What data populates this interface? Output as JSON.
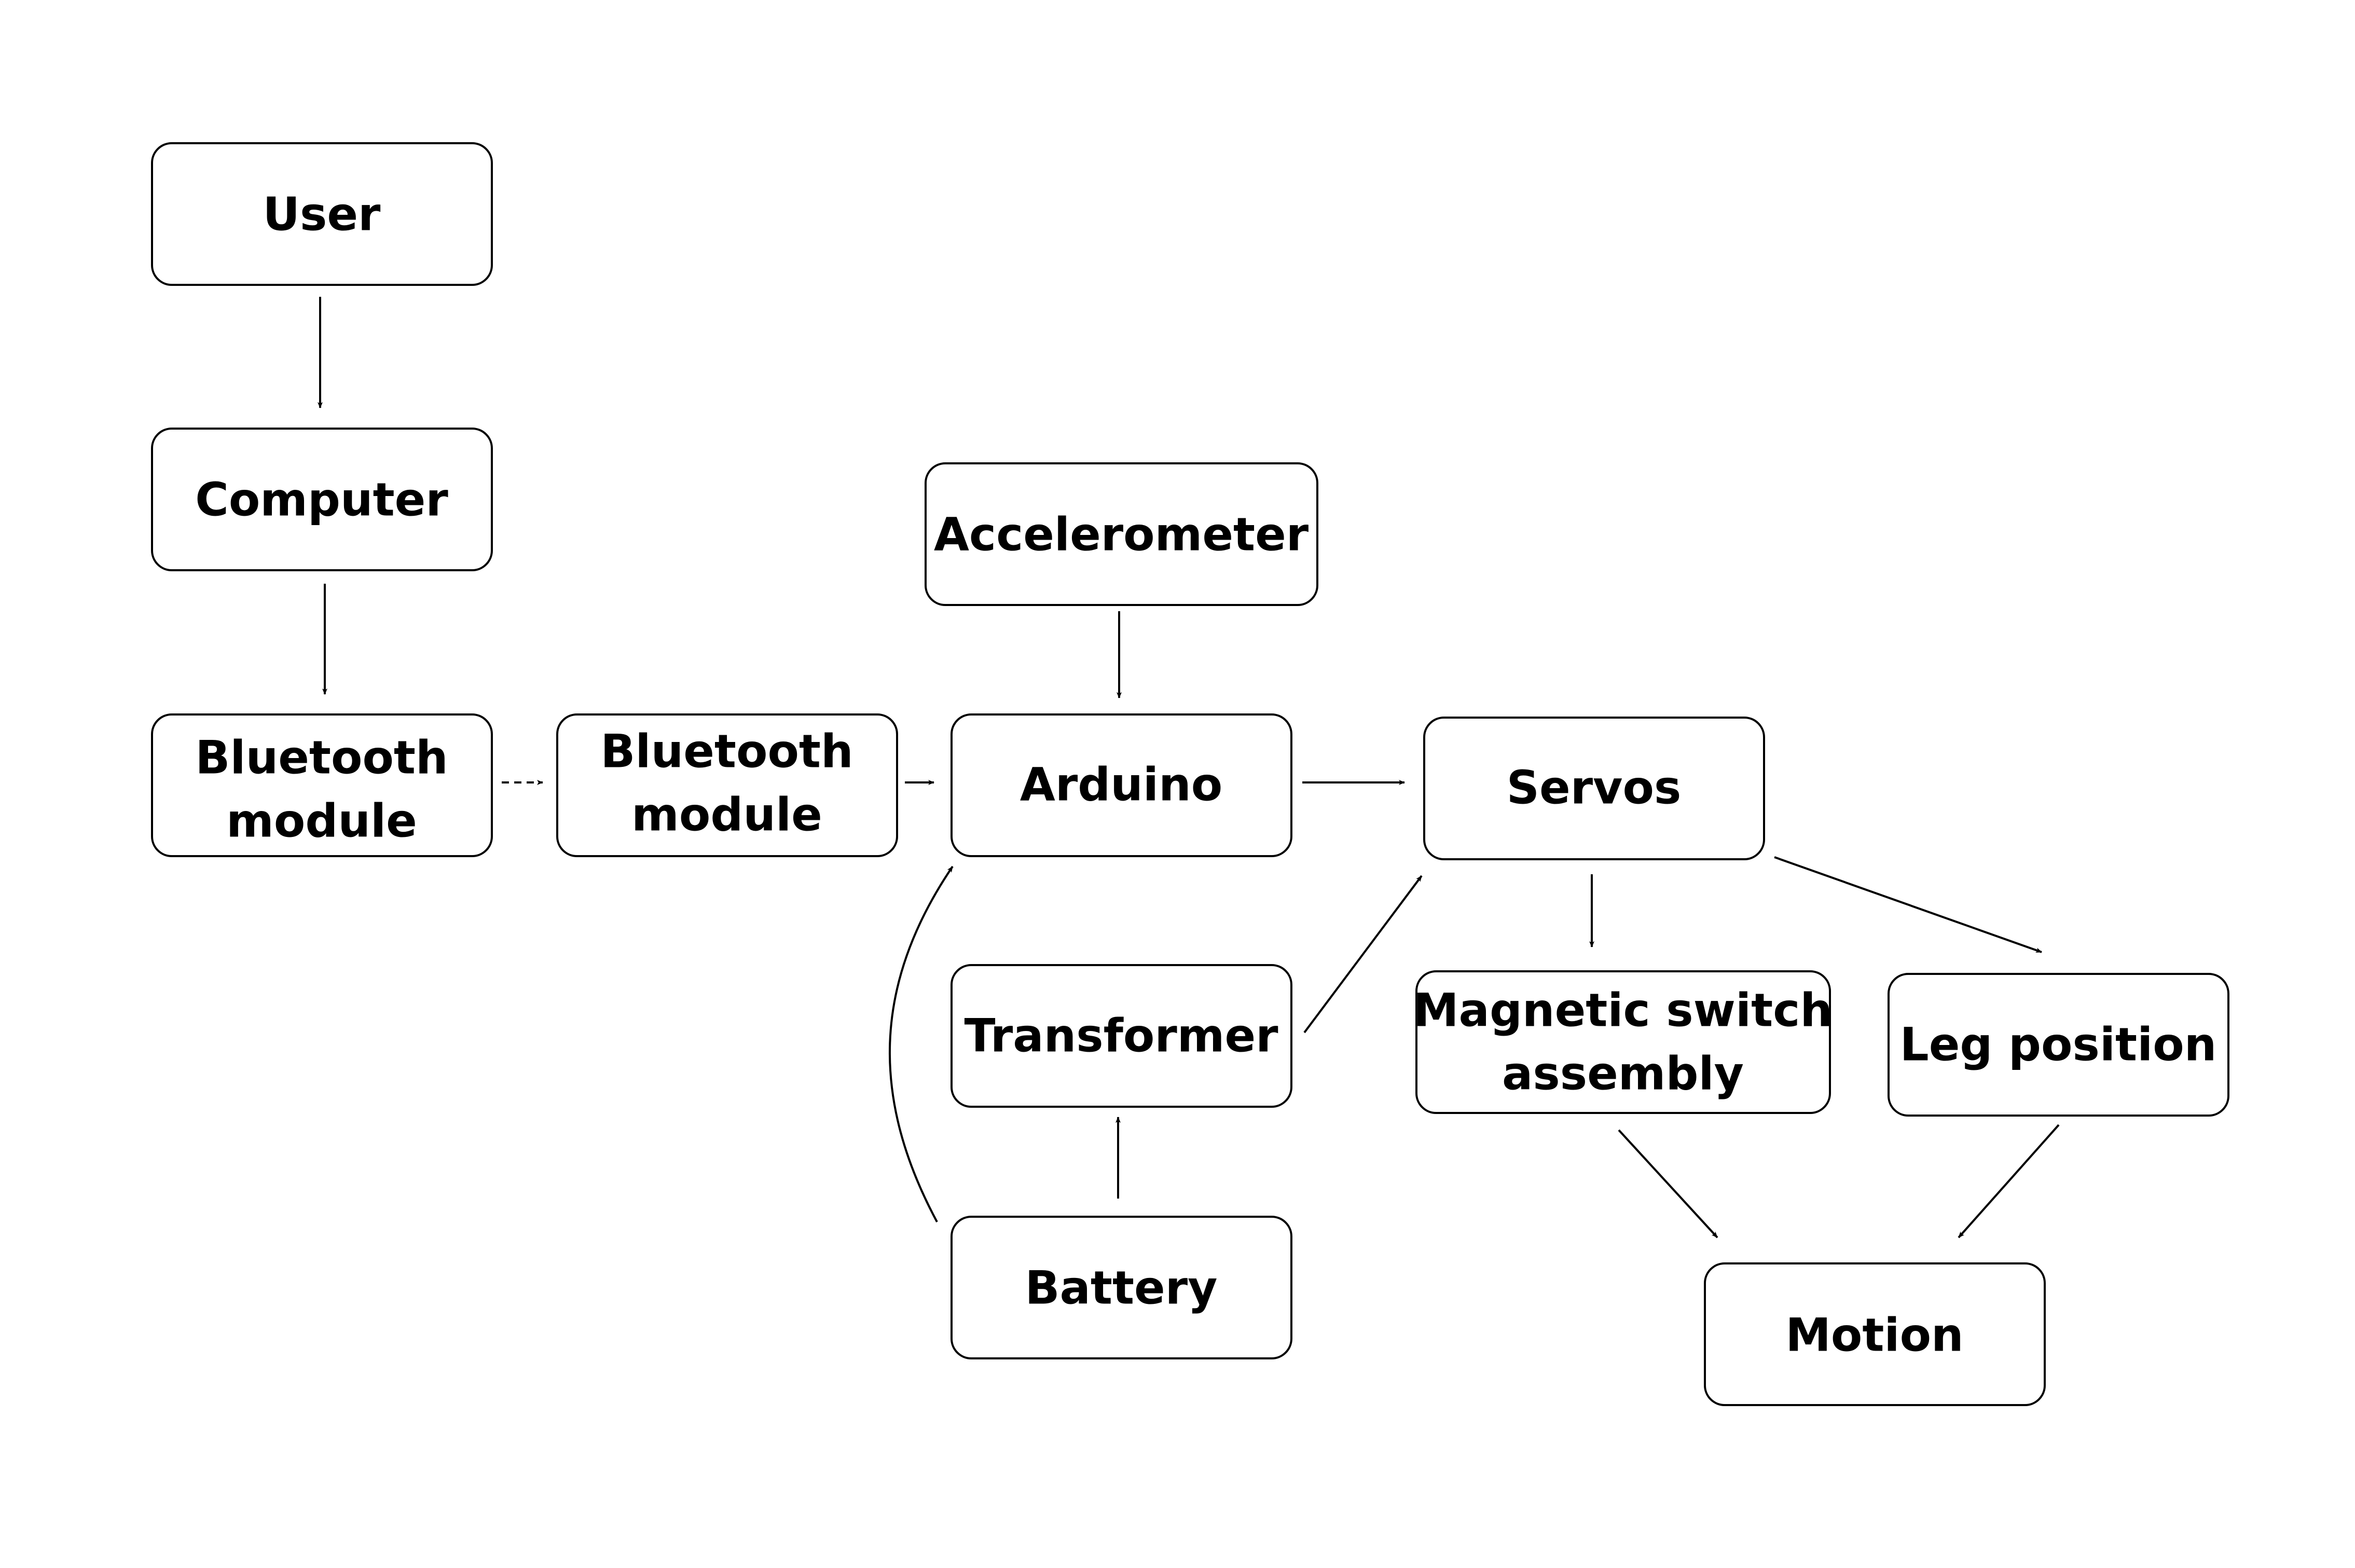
{
  "nodes": {
    "user": {
      "lines": [
        "User"
      ]
    },
    "computer": {
      "lines": [
        "Computer"
      ]
    },
    "bt1": {
      "lines": [
        "Bluetooth",
        "module"
      ]
    },
    "bt2": {
      "lines": [
        "Bluetooth",
        "module"
      ]
    },
    "accel": {
      "lines": [
        "Accelerometer"
      ]
    },
    "arduino": {
      "lines": [
        "Arduino"
      ]
    },
    "servos": {
      "lines": [
        "Servos"
      ]
    },
    "transformer": {
      "lines": [
        "Transformer"
      ]
    },
    "battery": {
      "lines": [
        "Battery"
      ]
    },
    "magnetic": {
      "lines": [
        "Magnetic switch",
        "assembly"
      ]
    },
    "leg": {
      "lines": [
        "Leg position"
      ]
    },
    "motion": {
      "lines": [
        "Motion"
      ]
    }
  },
  "edges": [
    {
      "from": "user",
      "to": "computer",
      "style": "solid"
    },
    {
      "from": "computer",
      "to": "bt1",
      "style": "solid"
    },
    {
      "from": "bt1",
      "to": "bt2",
      "style": "dashed"
    },
    {
      "from": "bt2",
      "to": "arduino",
      "style": "solid"
    },
    {
      "from": "accel",
      "to": "arduino",
      "style": "solid"
    },
    {
      "from": "arduino",
      "to": "servos",
      "style": "solid"
    },
    {
      "from": "battery",
      "to": "transformer",
      "style": "solid"
    },
    {
      "from": "battery",
      "to": "arduino",
      "style": "solid"
    },
    {
      "from": "transformer",
      "to": "servos",
      "style": "solid"
    },
    {
      "from": "servos",
      "to": "magnetic",
      "style": "solid"
    },
    {
      "from": "servos",
      "to": "leg",
      "style": "solid"
    },
    {
      "from": "magnetic",
      "to": "motion",
      "style": "solid"
    },
    {
      "from": "leg",
      "to": "motion",
      "style": "solid"
    }
  ]
}
